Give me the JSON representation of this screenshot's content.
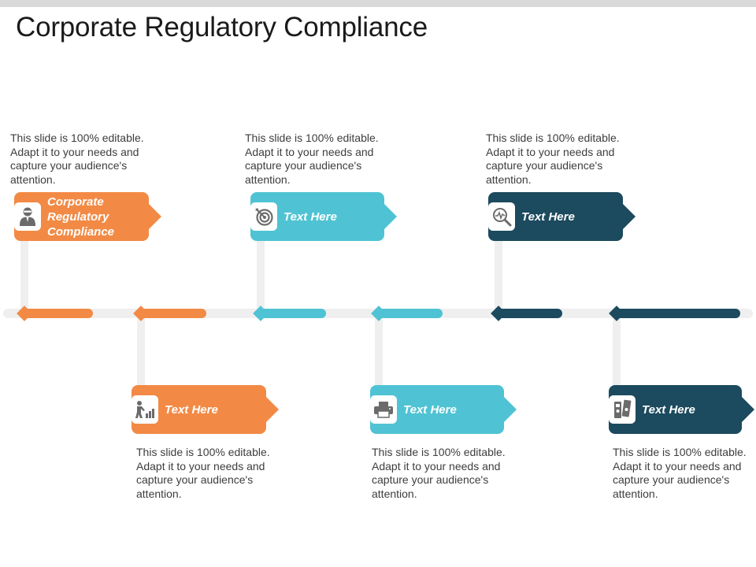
{
  "title": "Corporate Regulatory Compliance",
  "colors": {
    "orange": "#f28a45",
    "light_blue": "#4fc3d3",
    "dark_blue": "#1c4a5e",
    "track": "#efefef",
    "icon_gray": "#6b6b6b"
  },
  "steps": [
    {
      "label": "Corporate\nRegulatory\nCompliance",
      "icon": "businessman-icon",
      "description": "This slide is 100% editable. Adapt it to your needs and capture your audience's attention.",
      "color": "#f28a45",
      "position": "top"
    },
    {
      "label": "Text Here",
      "icon": "growth-chart-person-icon",
      "description": "This slide is 100% editable. Adapt it to your needs and capture your audience's attention.",
      "color": "#f28a45",
      "position": "bottom"
    },
    {
      "label": "Text Here",
      "icon": "target-icon",
      "description": "This slide is 100% editable. Adapt it to your needs and capture your audience's attention.",
      "color": "#4fc3d3",
      "position": "top"
    },
    {
      "label": "Text Here",
      "icon": "printer-icon",
      "description": "This slide is 100% editable. Adapt it to your needs and capture your audience's attention.",
      "color": "#4fc3d3",
      "position": "bottom"
    },
    {
      "label": "Text Here",
      "icon": "magnifier-analytics-icon",
      "description": "This slide is 100% editable. Adapt it to your needs and capture your audience's attention.",
      "color": "#1c4a5e",
      "position": "top"
    },
    {
      "label": "Text Here",
      "icon": "binders-icon",
      "description": "This slide is 100% editable. Adapt it to your needs and capture your audience's attention.",
      "color": "#1c4a5e",
      "position": "bottom"
    }
  ]
}
